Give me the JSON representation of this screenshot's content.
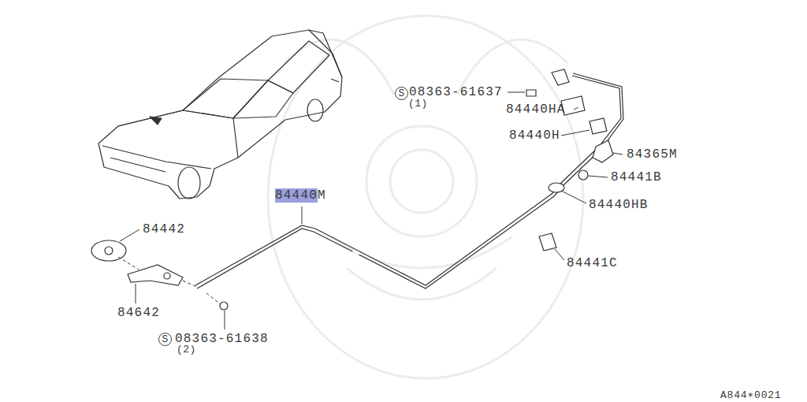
{
  "diagram": {
    "labels": [
      "S",
      "08363-61637",
      "(1)",
      "84440HA",
      "84440H",
      "84365M",
      "84441B",
      "84440HB",
      "84440M",
      "84442",
      "84441C",
      "84642",
      "S",
      "08363-61638",
      "(2)",
      "A844∗0021"
    ]
  }
}
